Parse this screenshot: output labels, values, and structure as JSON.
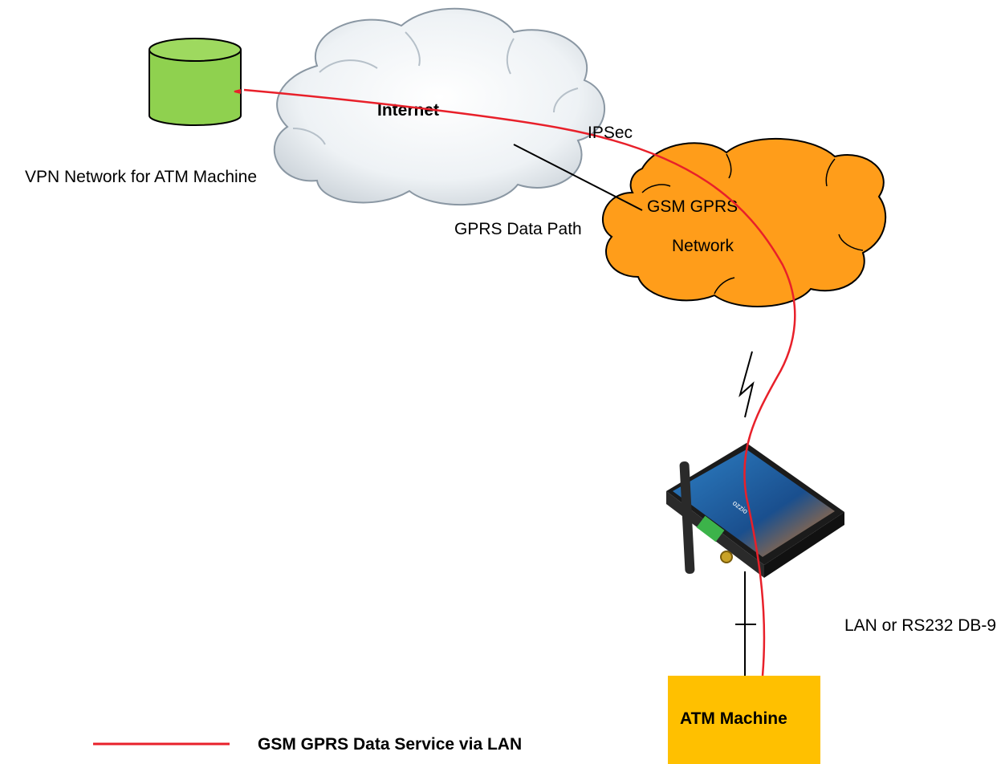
{
  "labels": {
    "internet": "Internet",
    "gsm_line1": "GSM GPRS",
    "gsm_line2": "Network",
    "ipsec": "IPSec",
    "gprs_data_path": "GPRS Data Path",
    "vpn_network": "VPN Network for ATM Machine",
    "lan_rs232": "LAN or RS232 DB-9",
    "atm_machine": "ATM Machine"
  },
  "legend": {
    "entries": [
      {
        "label": "GSM GPRS Data Service via LAN",
        "color": "#e8202a"
      }
    ]
  },
  "colors": {
    "internet_cloud": "#eef2f5",
    "gsm_cloud": "#ff9d1a",
    "database": "#8fd14f",
    "atm_box": "#ffc000",
    "data_path": "#e8202a",
    "router_body": "#1b1b1b",
    "router_top": "#1f6fb2"
  }
}
